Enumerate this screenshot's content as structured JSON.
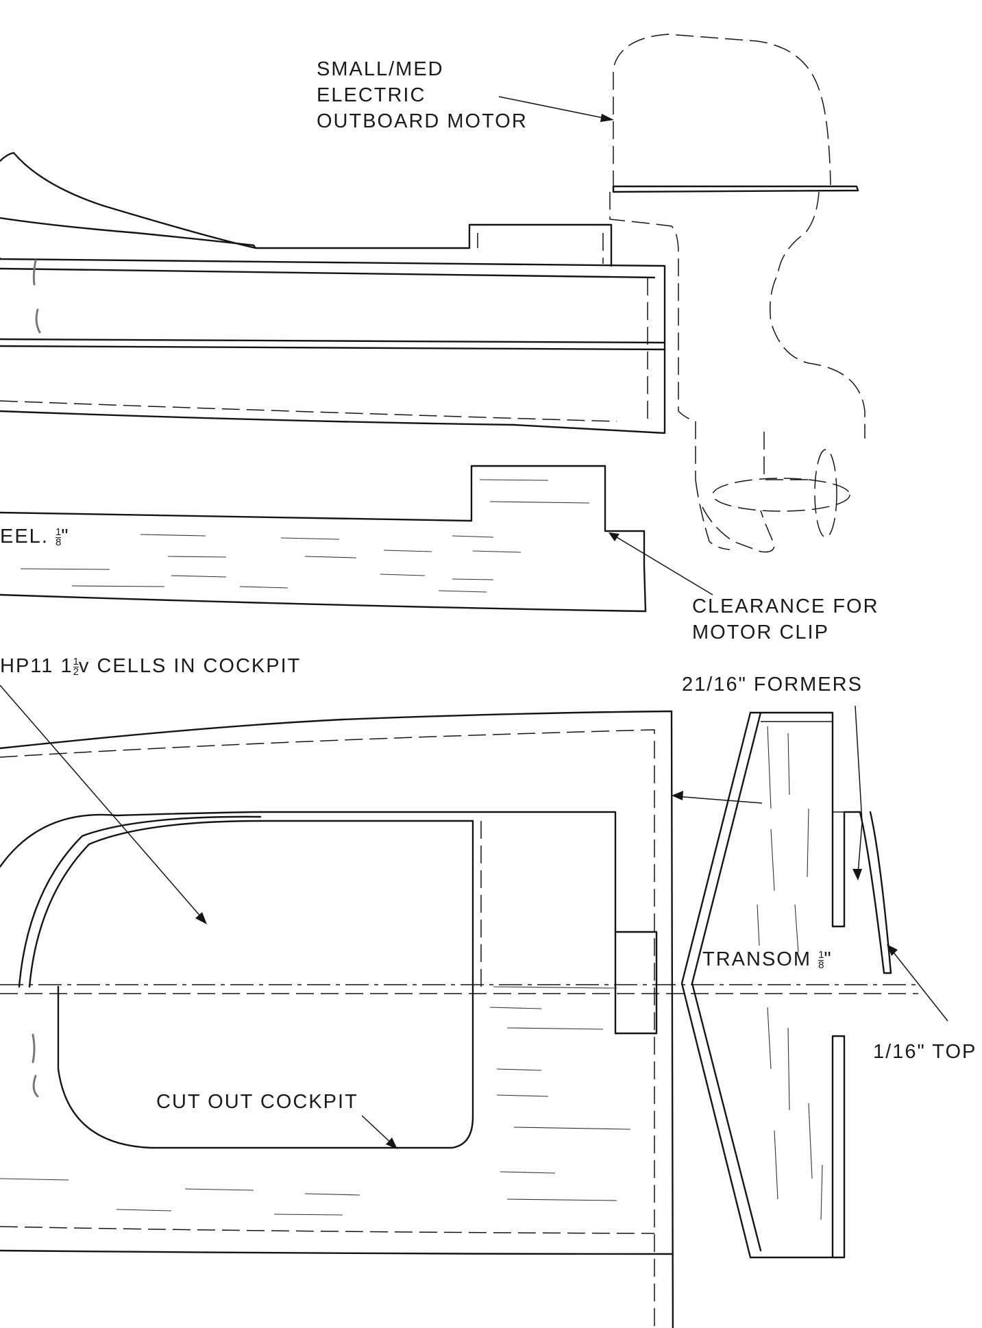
{
  "labels": {
    "motor_line1": "SMALL/MED",
    "motor_line2": "ELECTRIC",
    "motor_line3": "OUTBOARD MOTOR",
    "keel_text": "EEL.",
    "keel_num": "1",
    "keel_den": "8",
    "keel_unit": "\"",
    "clearance_line1": "CLEARANCE FOR",
    "clearance_line2": "MOTOR CLIP",
    "cells_part1": "HP11 1",
    "cells_num": "1",
    "cells_den": "2",
    "cells_part2": "v CELLS IN COCKPIT",
    "formers": "21/16\" FORMERS",
    "transom_text": "TRANSOM",
    "transom_num": "1",
    "transom_den": "8",
    "transom_unit": "\"",
    "top": "1/16\" TOP",
    "cockpit": "CUT OUT COCKPIT"
  },
  "colors": {
    "ink": "#141414",
    "paper": "#ffffff",
    "pencil": "#777777"
  }
}
